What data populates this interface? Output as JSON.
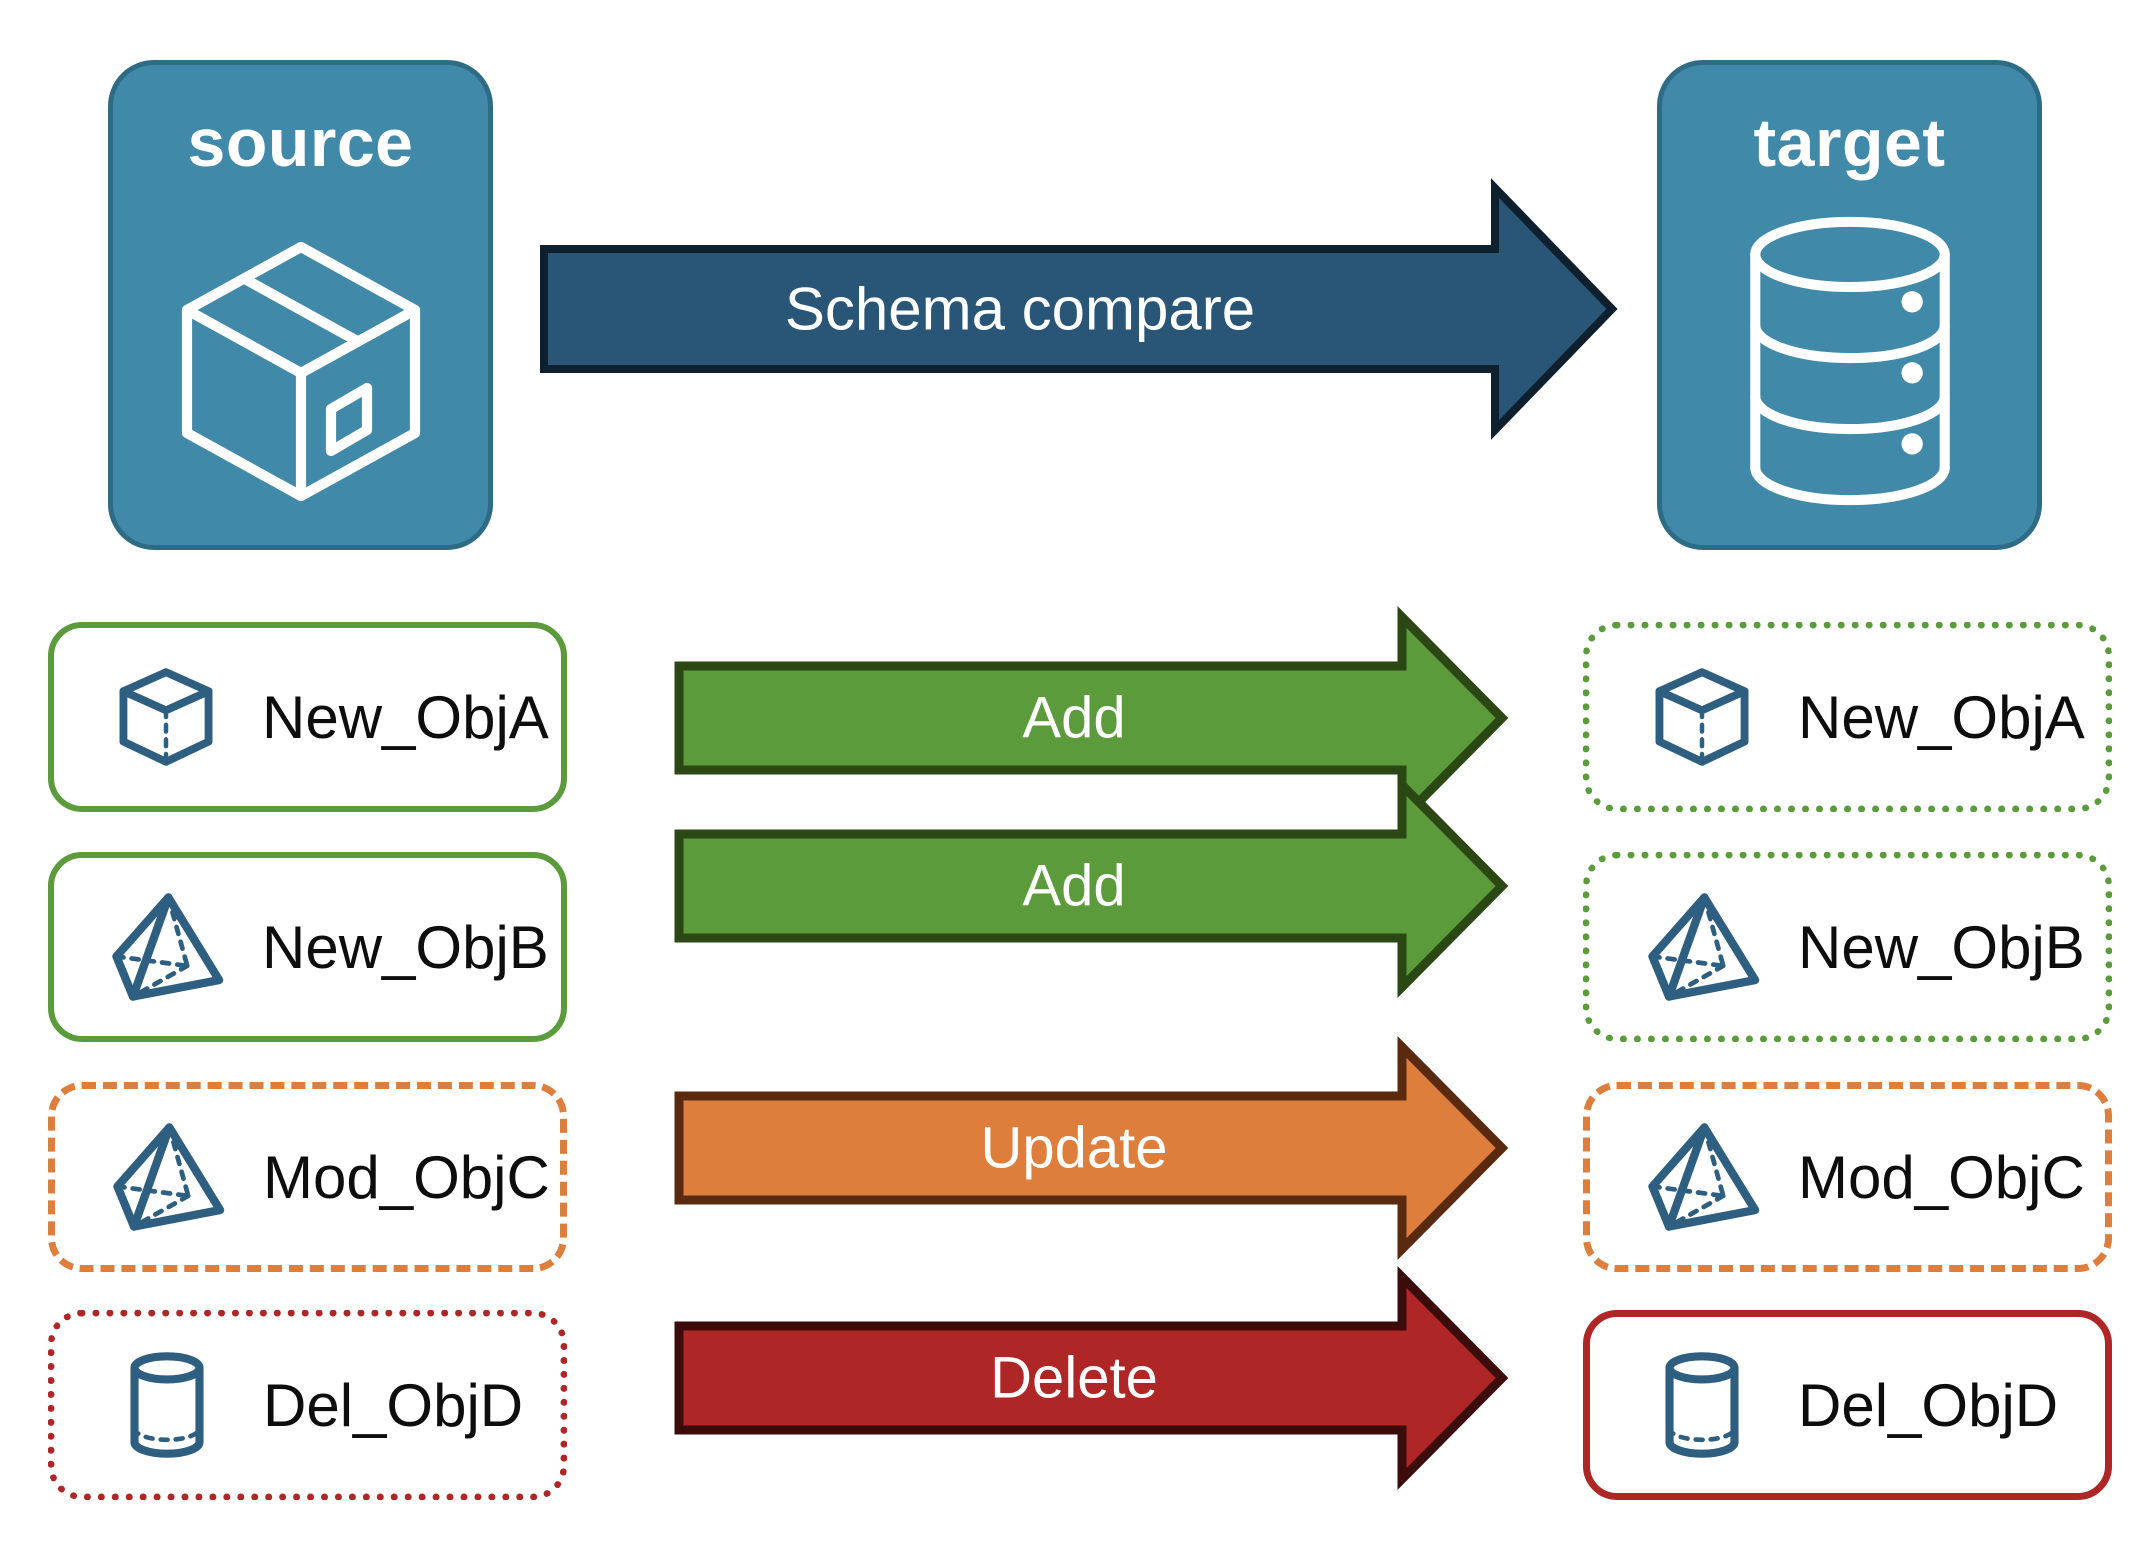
{
  "diagram": {
    "title_source": "source",
    "title_target": "target",
    "compare_arrow_label": "Schema compare"
  },
  "colors": {
    "panel_fill": "#4189A8",
    "panel_border": "#2E6C86",
    "compare_arrow_fill": "#295676",
    "compare_arrow_border": "#0E1F2E",
    "add_fill": "#5B9B3C",
    "add_border": "#2A4714",
    "update_fill": "#DE7E3C",
    "update_border": "#5A2A10",
    "delete_fill": "#AE2625",
    "delete_border": "#3C0B0B",
    "object_icon": "#2E5E80",
    "green": "#5B9B3C",
    "orange": "#DE7E3C",
    "red": "#AE2625",
    "text": "#0D0D0D",
    "white": "#FFFFFF"
  },
  "endpoints": {
    "source": {
      "label": "source",
      "icon": "package-box-icon"
    },
    "target": {
      "label": "target",
      "icon": "database-cylinder-icon"
    }
  },
  "rows": [
    {
      "source_label": "New_ObjA",
      "target_label": "New_ObjA",
      "action": "Add",
      "icon": "cube-wireframe-icon",
      "source_border_style": "solid",
      "source_border_color": "#5B9B3C",
      "target_border_style": "dotted",
      "target_border_color": "#5B9B3C",
      "arrow_fill": "#5B9B3C",
      "arrow_border": "#2A4714"
    },
    {
      "source_label": "New_ObjB",
      "target_label": "New_ObjB",
      "action": "Add",
      "icon": "pyramid-wireframe-icon",
      "source_border_style": "solid",
      "source_border_color": "#5B9B3C",
      "target_border_style": "dotted",
      "target_border_color": "#5B9B3C",
      "arrow_fill": "#5B9B3C",
      "arrow_border": "#2A4714"
    },
    {
      "source_label": "Mod_ObjC",
      "target_label": "Mod_ObjC",
      "action": "Update",
      "icon": "pyramid-wireframe-icon",
      "source_border_style": "dashed",
      "source_border_color": "#DE7E3C",
      "target_border_style": "dashed",
      "target_border_color": "#DE7E3C",
      "arrow_fill": "#DE7E3C",
      "arrow_border": "#5A2A10"
    },
    {
      "source_label": "Del_ObjD",
      "target_label": "Del_ObjD",
      "action": "Delete",
      "icon": "cylinder-icon",
      "source_border_style": "dotted",
      "source_border_color": "#AE2625",
      "target_border_style": "solid",
      "target_border_color": "#AE2625",
      "arrow_fill": "#AE2625",
      "arrow_border": "#3C0B0B"
    }
  ]
}
